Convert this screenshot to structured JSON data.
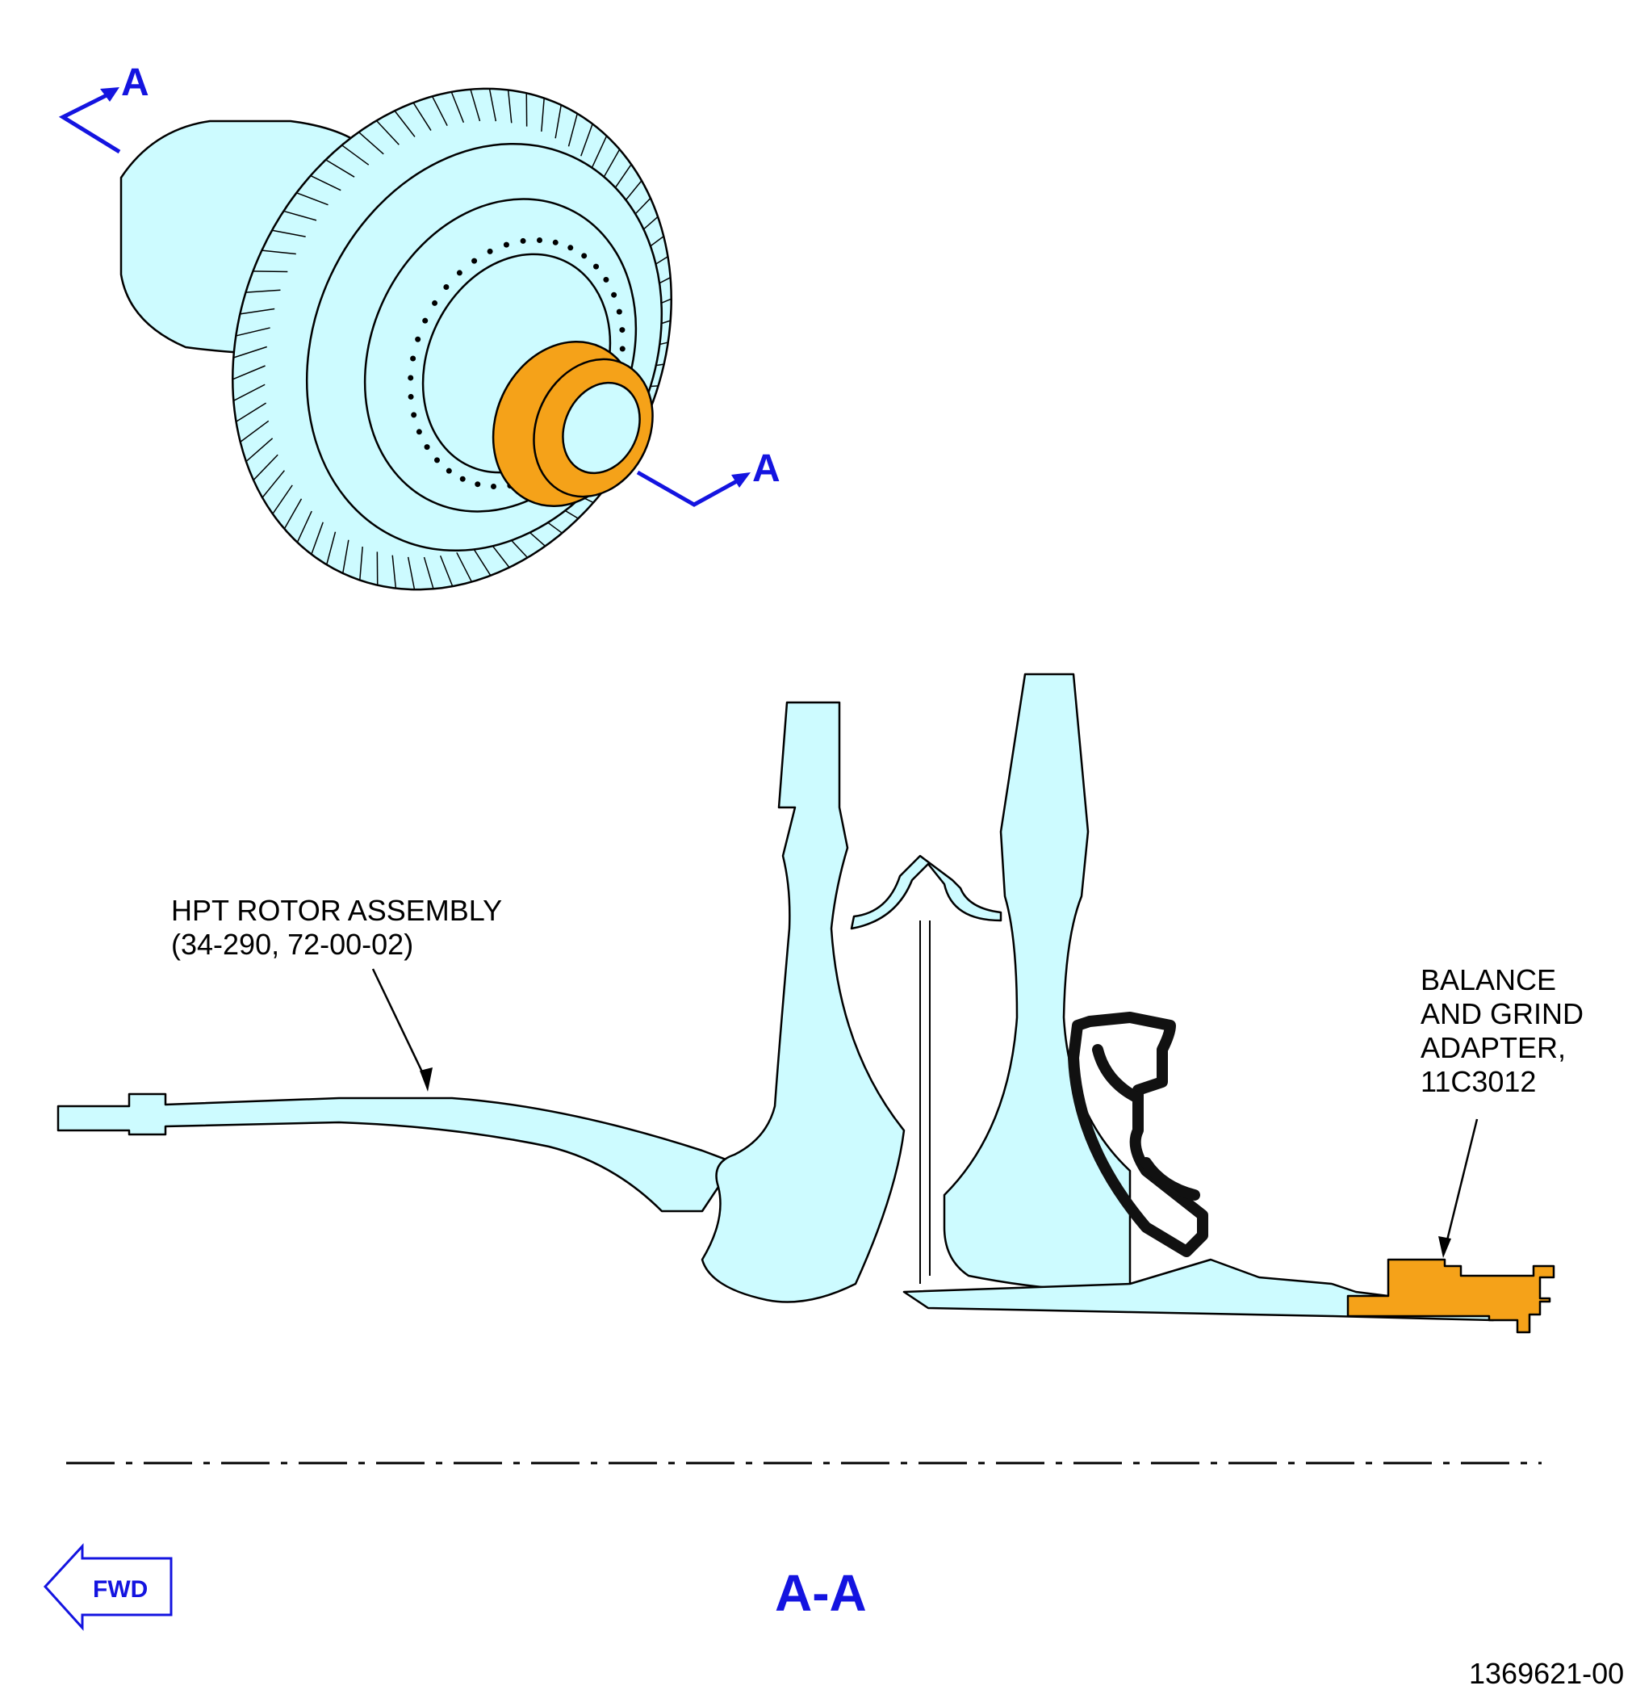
{
  "section_marker": {
    "letter_top": "A",
    "letter_bottom": "A"
  },
  "callouts": {
    "hpt_rotor": {
      "line1": "HPT ROTOR ASSEMBLY",
      "line2": "(34-290, 72-00-02)"
    },
    "adapter": {
      "line1": "BALANCE",
      "line2": "AND GRIND",
      "line3": "ADAPTER,",
      "line4": "11C3012"
    }
  },
  "fwd_arrow_label": "FWD",
  "view_title": "A-A",
  "figure_number": "1369621-00",
  "colors": {
    "part_fill": "#cdfbff",
    "adapter_fill": "#f5a219",
    "annotation_blue": "#1414e0"
  }
}
